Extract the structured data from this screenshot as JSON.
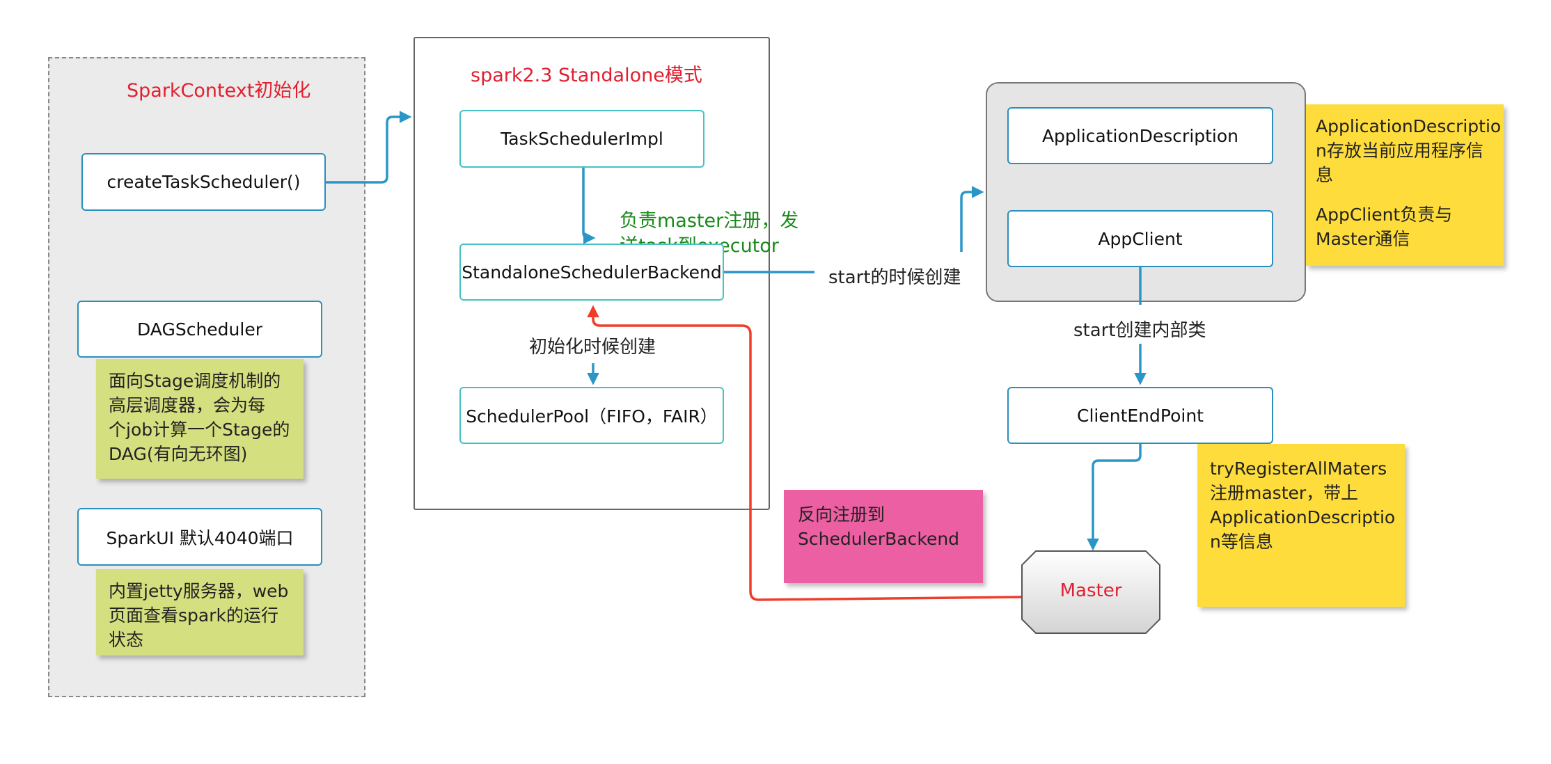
{
  "left_panel": {
    "title": "SparkContext初始化",
    "create_scheduler": "createTaskScheduler()",
    "dag_scheduler": "DAGScheduler",
    "dag_note": [
      "面向Stage调度机制的",
      "高层调度器，会为每",
      "个job计算一个Stage的",
      "DAG(有向无环图)"
    ],
    "sparkui": "SparkUI 默认4040端口",
    "sparkui_note": [
      "内置jetty服务器，web",
      "页面查看spark的运行",
      "状态"
    ]
  },
  "center_panel": {
    "title": "spark2.3 Standalone模式",
    "task_scheduler_impl": "TaskSchedulerImpl",
    "backend": "StandaloneSchedulerBackend",
    "scheduler_pool": "SchedulerPool（FIFO，FAIR）",
    "init_label": "初始化时候创建",
    "green_note": [
      "负责master注册，发",
      "送task到executor"
    ]
  },
  "right_panel": {
    "app_description": "ApplicationDescription",
    "app_client": "AppClient",
    "client_endpoint": "ClientEndPoint",
    "master": "Master",
    "start_label": "start的时候创建",
    "start_inner_label": "start创建内部类",
    "yellow_note_top": [
      "ApplicationDescriptio",
      "n存放当前应用程序信",
      "息",
      "",
      "AppClient负责与",
      "Master通信"
    ],
    "yellow_note_bottom": [
      "tryRegisterAllMaters",
      "注册master，带上",
      "ApplicationDescriptio",
      "n等信息"
    ],
    "pink_note": [
      "反向注册到",
      "SchedulerBackend"
    ]
  },
  "colors": {
    "red_title": "#e02030",
    "green_text": "#1a8a1a",
    "arrow_blue": "#2a96c8",
    "arrow_red": "#ee3d2a"
  }
}
